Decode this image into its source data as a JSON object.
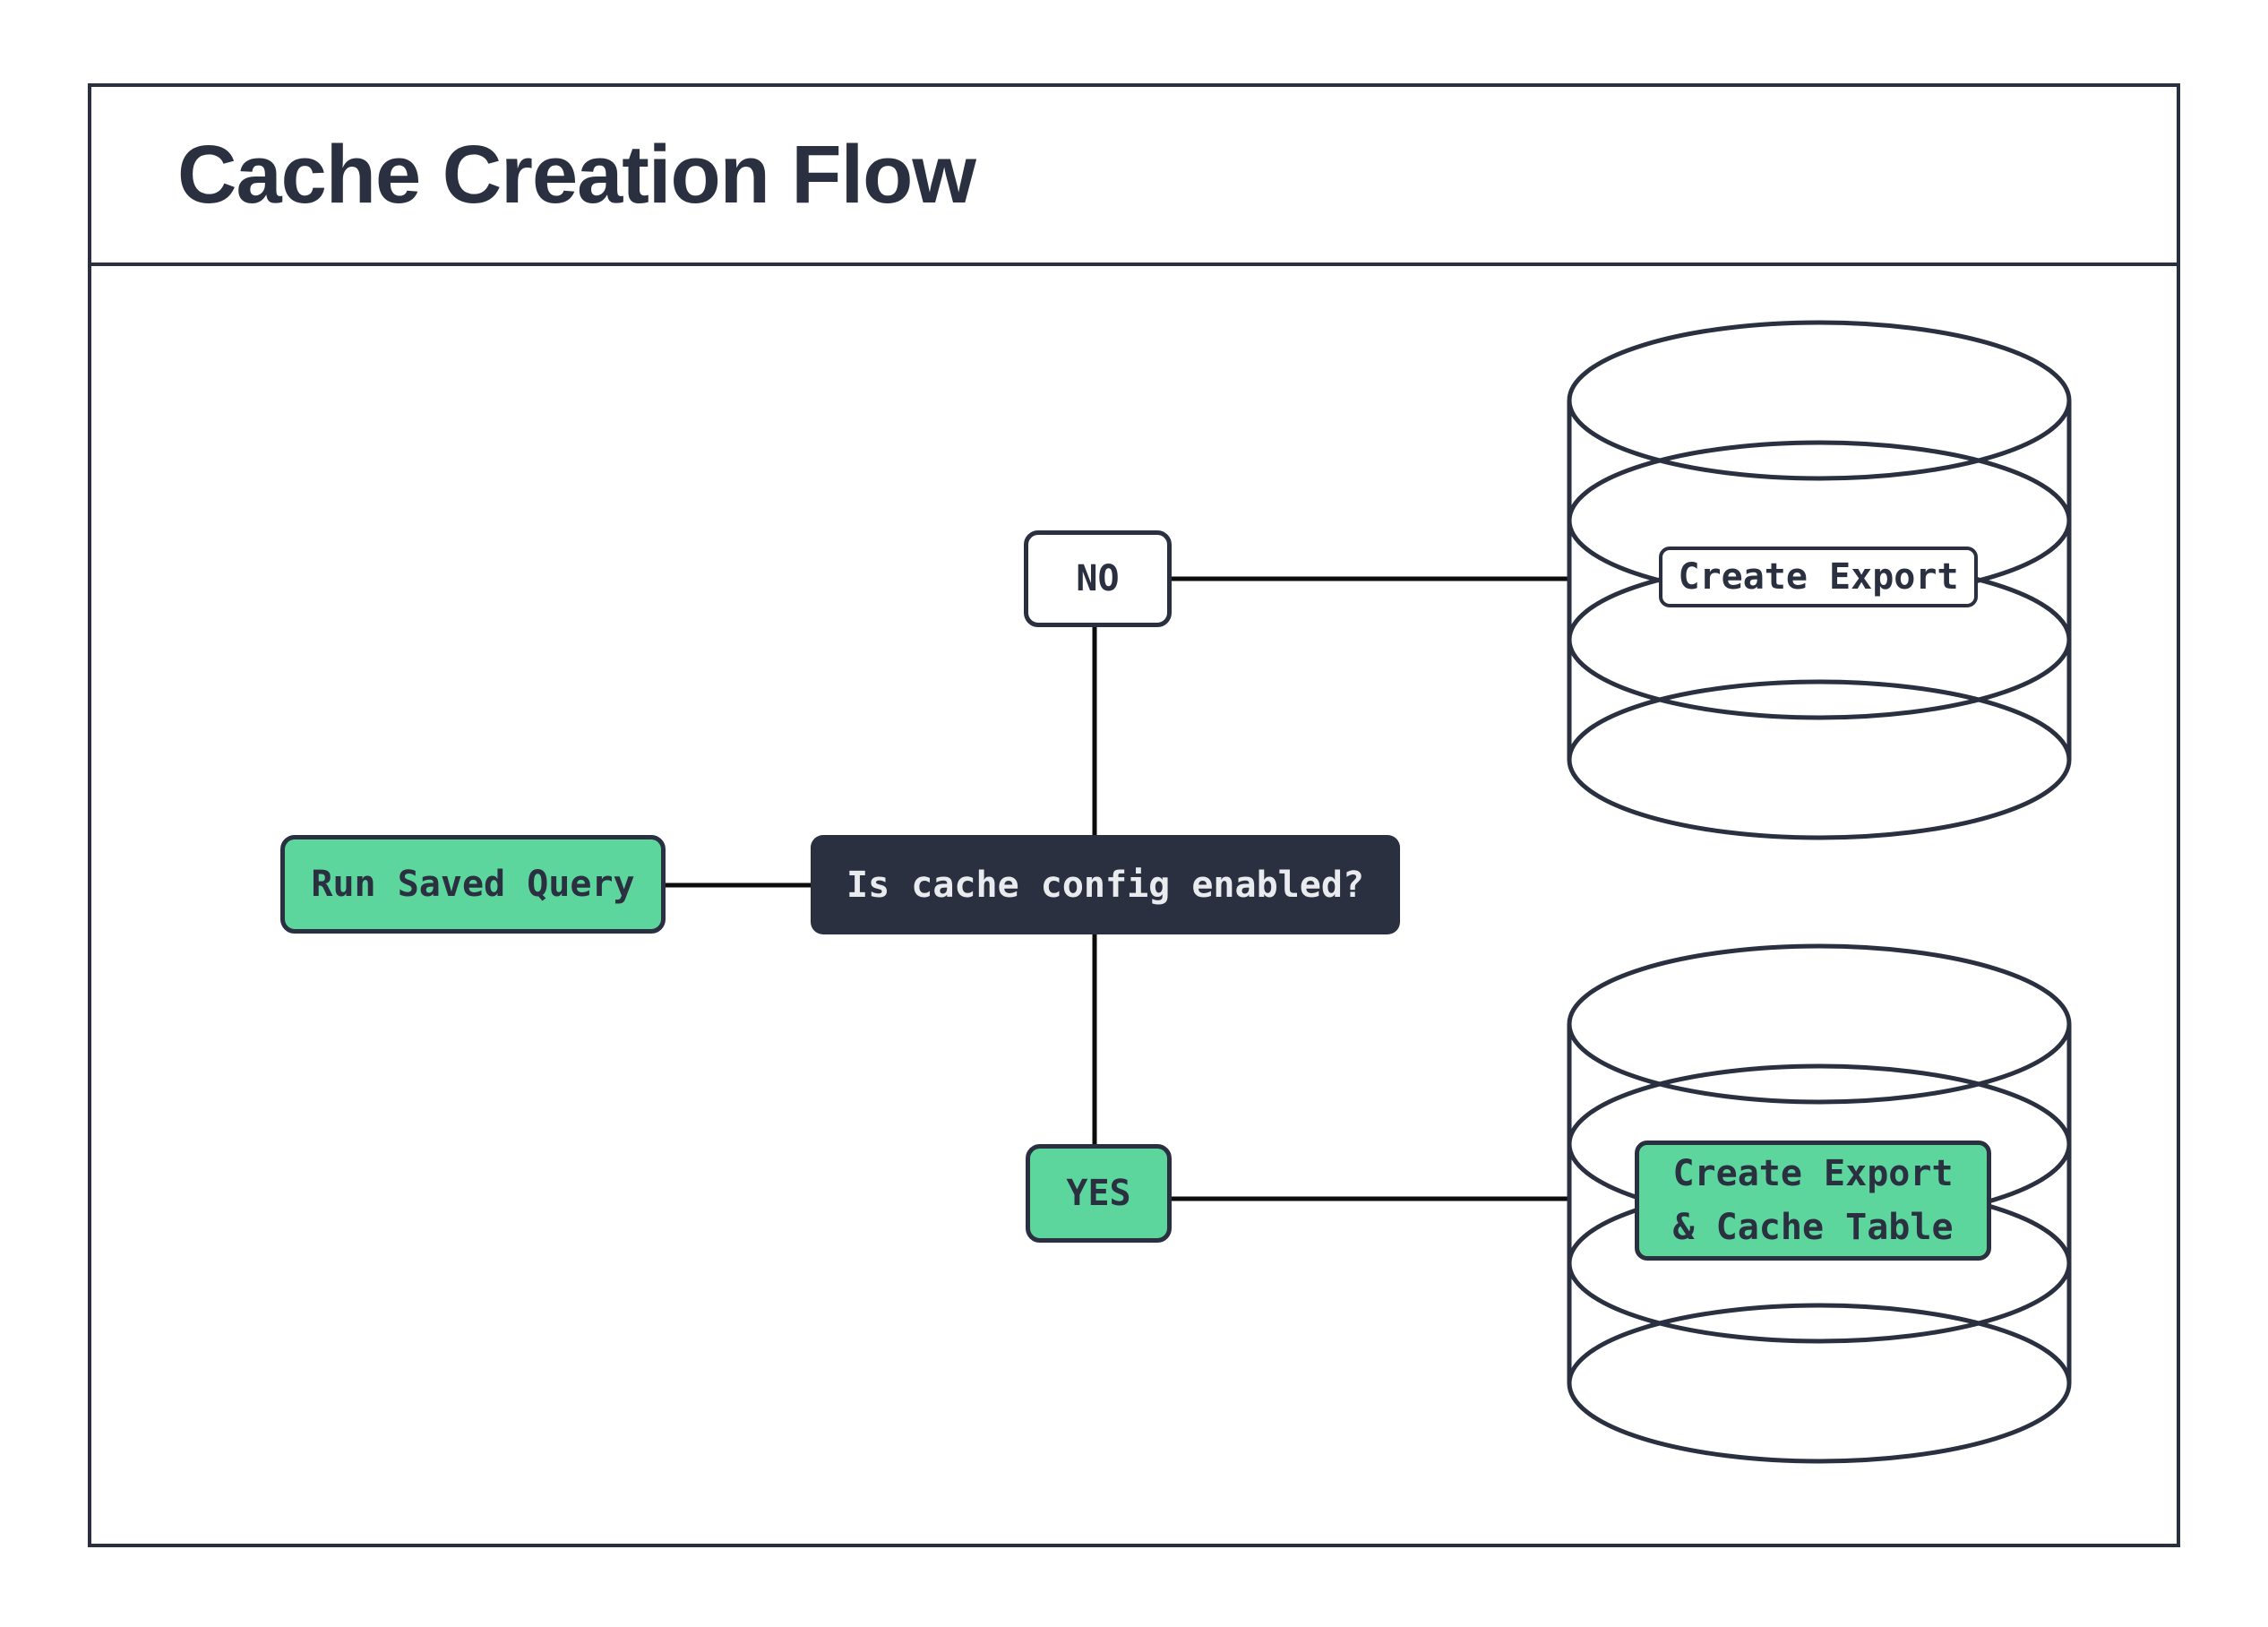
{
  "header": {
    "title": "Cache Creation Flow"
  },
  "colors": {
    "ink": "#2a3040",
    "green": "#5dd69d",
    "connector": "#0c0c0c",
    "decision_text": "#e9ebef",
    "background": "#ffffff"
  },
  "flow": {
    "nodes": {
      "start": {
        "label": "Run Saved Query",
        "type": "process"
      },
      "decision": {
        "label": "Is cache config enabled?",
        "type": "decision"
      },
      "branch_no": {
        "label": "NO",
        "type": "branch"
      },
      "branch_yes": {
        "label": "YES",
        "type": "branch"
      },
      "outcome_no": {
        "label": "Create Export",
        "type": "database"
      },
      "outcome_yes": {
        "label_line1": "Create Export",
        "label_line2": "& Cache Table",
        "type": "database"
      }
    },
    "edges": [
      {
        "from": "start",
        "to": "decision"
      },
      {
        "from": "decision",
        "to": "branch_no"
      },
      {
        "from": "decision",
        "to": "branch_yes"
      },
      {
        "from": "branch_no",
        "to": "outcome_no"
      },
      {
        "from": "branch_yes",
        "to": "outcome_yes"
      }
    ]
  }
}
